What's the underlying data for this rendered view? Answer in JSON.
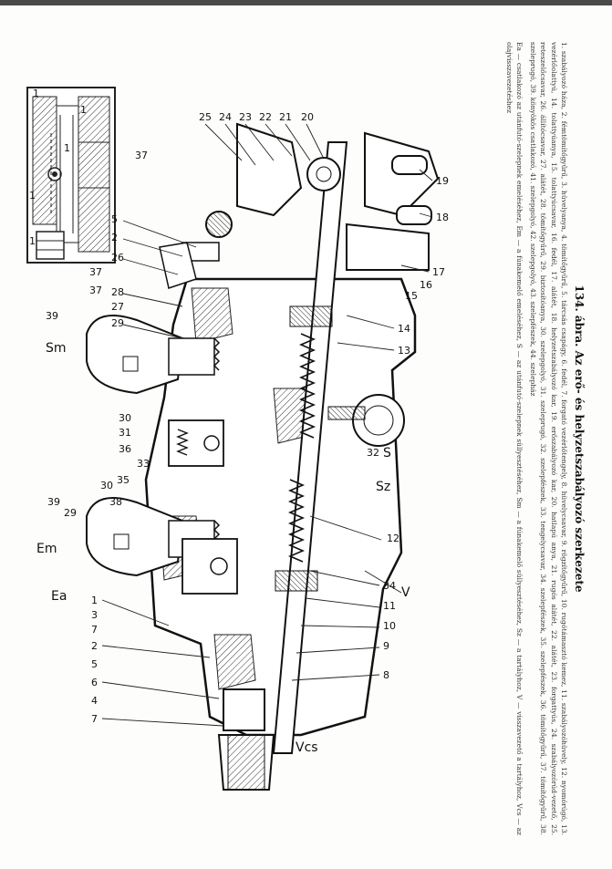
{
  "figure": {
    "title": "134. ábra. Az erő- és helyzetszabályozó szerkezete",
    "legend": "1. szabályozó háza, 2. fémtömítőgyűrű, 3. hüvelyanya, 4. tömítőgyűrű, 5. tárcsás csapágy, 6. fedél, 7. forgató vezérlőtengely, 8. hüvelycsavar, 9. rögzítőgyűrű, 10. rugótámasztó kemez, 11. szabályozóhüvely, 12. nyomórúgó, 13. vezérlőolattyú, 14. tolattyúanya, 15. tolattyúcsavar, 16. fedél, 17. alátét, 18. helyzetszabályozó kar, 19. erőszabályozó kar, 20. hatlapú anya, 21. rugós alátét, 22. alátét, 23. forgattyús, 24. szabályozórúd-vezető, 25. reteszelőcsavar, 26. állítócsavar, 27. alátét, 28. tömítőgyűrű, 29. biztosítóanya, 30. szelepgolyó, 31. szeleprugó, 32. szelepfészek, 33. tengelycsavar, 34. szelepfészek, 35. szelepfészek, 36. tömítőgyűrű, 37. tömítőgyűrű, 38. szeleprugó, 39. könyökös csatlakozó, 41. szelepgolyó, 42. szelepgolyó, 43. szelepfészek, 44. szelepház",
    "notes": "Ea — csatlakozó az utánfutó-szelepnek emeléséhez, Em — a fúnakemelő emeléséhez, S — az utánfutó-szelepnek süllyesztéséhez, Sm — a fúnakemelő süllyesztéséhez, Sz — a tartályhoz, V — visszavezető a tartályhoz, Vcs — az olajvisszavezetéshez"
  },
  "labels": {
    "inset_top": [
      "1",
      "1",
      "1",
      "37",
      "1",
      "1"
    ],
    "upper_row": [
      "25",
      "24",
      "23",
      "22",
      "21",
      "20"
    ],
    "right_row": [
      "19",
      "18",
      "17",
      "16",
      "15",
      "14",
      "13"
    ],
    "left_upper": [
      "5",
      "2",
      "26",
      "37",
      "37",
      "28",
      "27",
      "29"
    ],
    "port_sm": "Sm",
    "mid_row": [
      "39",
      "30",
      "31",
      "36",
      "33",
      "32",
      "38",
      "35",
      "30",
      "29",
      "39"
    ],
    "port_s": "S",
    "port_sz": "Sz",
    "port_em": "Em",
    "port_ea": "Ea",
    "port_v": "V",
    "bottom_row": [
      "12",
      "34",
      "11",
      "10",
      "9",
      "8"
    ],
    "left_lower": [
      "1",
      "3",
      "7",
      "2",
      "5",
      "6",
      "4",
      "7"
    ],
    "port_vcs": "Vcs"
  }
}
